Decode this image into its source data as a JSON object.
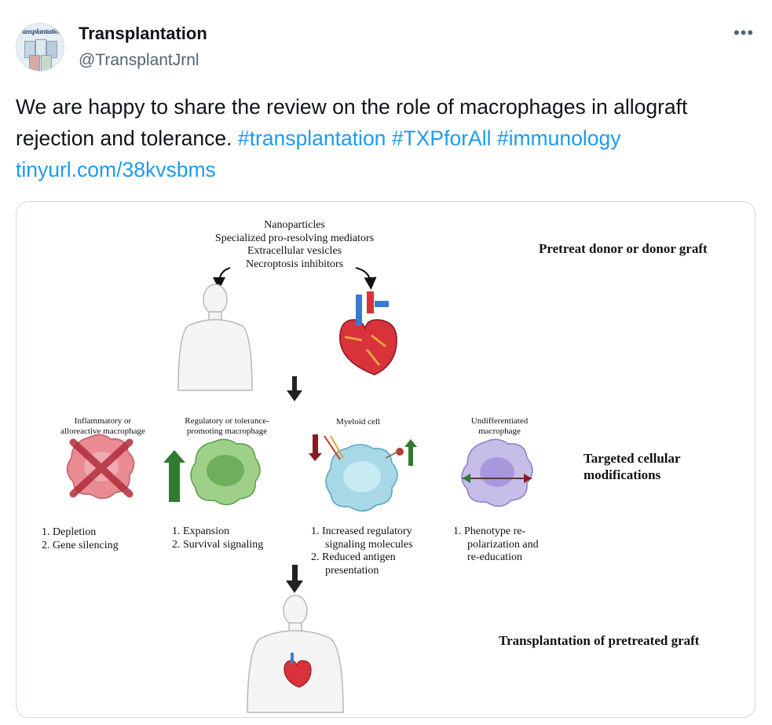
{
  "account": {
    "display_name": "Transplantation",
    "handle": "@TransplantJrnl",
    "avatar_text": "transplantation"
  },
  "more_label": "•••",
  "tweet": {
    "text_before": "We are happy to share the review on the role of macrophages in allograft rejection and tolerance. ",
    "hashtags": [
      "#transplantation",
      "#TXPforAll",
      "#immunology"
    ],
    "link": "tinyurl.com/38kvsbms"
  },
  "figure": {
    "top_list": [
      "Nanoparticles",
      "Specialized pro-resolving mediators",
      "Extracellular vesicles",
      "Necroptosis inhibitors"
    ],
    "label_pretreat": "Pretreat donor or donor graft",
    "label_targeted": [
      "Targeted cellular",
      "modifications"
    ],
    "label_transplant": "Transplantation of pretreated graft",
    "cells": [
      {
        "title": [
          "Inflammatory or",
          "alloreactive macrophage"
        ],
        "items": [
          "1. Depletion",
          "2. Gene silencing"
        ],
        "color": "#e88b93"
      },
      {
        "title": [
          "Regulatory or tolerance-",
          "promoting macrophage"
        ],
        "items": [
          "1. Expansion",
          "2. Survival signaling"
        ],
        "color": "#9fd08a"
      },
      {
        "title": [
          "Myeloid cell"
        ],
        "items": [
          "1. Increased regulatory",
          "signaling molecules",
          "2. Reduced antigen",
          "presentation"
        ],
        "color": "#a6d8e6"
      },
      {
        "title": [
          "Undifferentiated",
          "macrophage"
        ],
        "items": [
          "1. Phenotype re-",
          "polarization and",
          "re-education"
        ],
        "color": "#c6bde8"
      }
    ]
  }
}
